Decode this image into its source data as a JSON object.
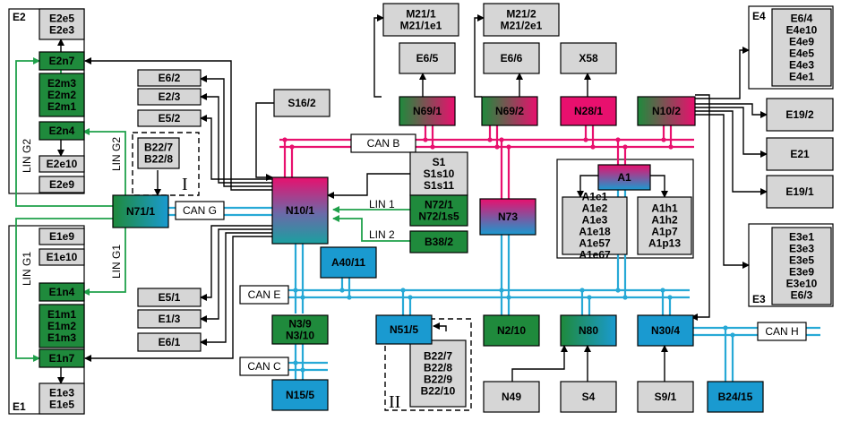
{
  "colors": {
    "gray_box": "#d6d6d6",
    "green_box": "#1f8a3c",
    "cyan_box": "#1a9ad0",
    "magenta": "#e8106e",
    "cyan_bus": "#27a9d6",
    "green_line": "#1fa04a",
    "black": "#000000"
  },
  "groups": {
    "E1": "E1",
    "E2": "E2",
    "E3": "E3",
    "E4": "E4",
    "I": "I",
    "II": "II"
  },
  "buses": {
    "can_b": "CAN B",
    "can_e": "CAN E",
    "can_c": "CAN C",
    "can_g": "CAN G",
    "can_h": "CAN H"
  },
  "lin": {
    "lin1": "LIN 1",
    "lin2": "LIN 2",
    "g1_outer": "LIN G1",
    "g1_inner": "LIN G1",
    "g2_outer": "LIN G2",
    "g2_inner": "LIN G2"
  },
  "modules": {
    "E2e5": [
      "E2e5",
      "E2e3"
    ],
    "E2n7": [
      "E2n7"
    ],
    "E2m": [
      "E2m3",
      "E2m2",
      "E2m1"
    ],
    "E2n4": [
      "E2n4"
    ],
    "E2e10": [
      "E2e10"
    ],
    "E2e9": [
      "E2e9"
    ],
    "N71_1": [
      "N71/1"
    ],
    "B22_7": [
      "B22/7",
      "B22/8"
    ],
    "E1e9": [
      "E1e9"
    ],
    "E1e10": [
      "E1e10"
    ],
    "E1n4": [
      "E1n4"
    ],
    "E1m": [
      "E1m1",
      "E1m2",
      "E1m3"
    ],
    "E1n7": [
      "E1n7"
    ],
    "E1e3": [
      "E1e3",
      "E1e5"
    ],
    "E6_2": [
      "E6/2"
    ],
    "E2_3": [
      "E2/3"
    ],
    "E5_2": [
      "E5/2"
    ],
    "S16_2": [
      "S16/2"
    ],
    "E5_1": [
      "E5/1"
    ],
    "E1_3": [
      "E1/3"
    ],
    "E6_1": [
      "E6/1"
    ],
    "N10_1": [
      "N10/1"
    ],
    "S1": [
      "S1",
      "S1s10",
      "S1s11"
    ],
    "N72_1": [
      "N72/1",
      "N72/1s5"
    ],
    "B38_2": [
      "B38/2"
    ],
    "A40_11": [
      "A40/11"
    ],
    "N3_9": [
      "N3/9",
      "N3/10"
    ],
    "N15_5": [
      "N15/5"
    ],
    "N51_5": [
      "N51/5"
    ],
    "B22_7b": [
      "B22/7",
      "B22/8",
      "B22/9",
      "B22/10"
    ],
    "M21_1": [
      "M21/1",
      "M21/1e1"
    ],
    "M21_2": [
      "M21/2",
      "M21/2e1"
    ],
    "E6_5": [
      "E6/5"
    ],
    "E6_6": [
      "E6/6"
    ],
    "X58": [
      "X58"
    ],
    "N69_1": [
      "N69/1"
    ],
    "N69_2": [
      "N69/2"
    ],
    "N28_1": [
      "N28/1"
    ],
    "N10_2": [
      "N10/2"
    ],
    "N73": [
      "N73"
    ],
    "A1": [
      "A1"
    ],
    "A1e": [
      "A1e1",
      "A1e2",
      "A1e3",
      "A1e18",
      "A1e57",
      "A1e67"
    ],
    "A1h": [
      "A1h1",
      "A1h2",
      "A1p7",
      "A1p13"
    ],
    "N2_10": [
      "N2/10"
    ],
    "N80": [
      "N80"
    ],
    "N30_4": [
      "N30/4"
    ],
    "N49": [
      "N49"
    ],
    "S4": [
      "S4"
    ],
    "S9_1": [
      "S9/1"
    ],
    "B24_15": [
      "B24/15"
    ],
    "E4": [
      "E6/4",
      "E4e10",
      "E4e9",
      "E4e5",
      "E4e3",
      "E4e1"
    ],
    "E19_2": [
      "E19/2"
    ],
    "E21": [
      "E21"
    ],
    "E19_1": [
      "E19/1"
    ],
    "E3": [
      "E3e1",
      "E3e3",
      "E3e5",
      "E3e9",
      "E3e10",
      "E6/3"
    ]
  }
}
